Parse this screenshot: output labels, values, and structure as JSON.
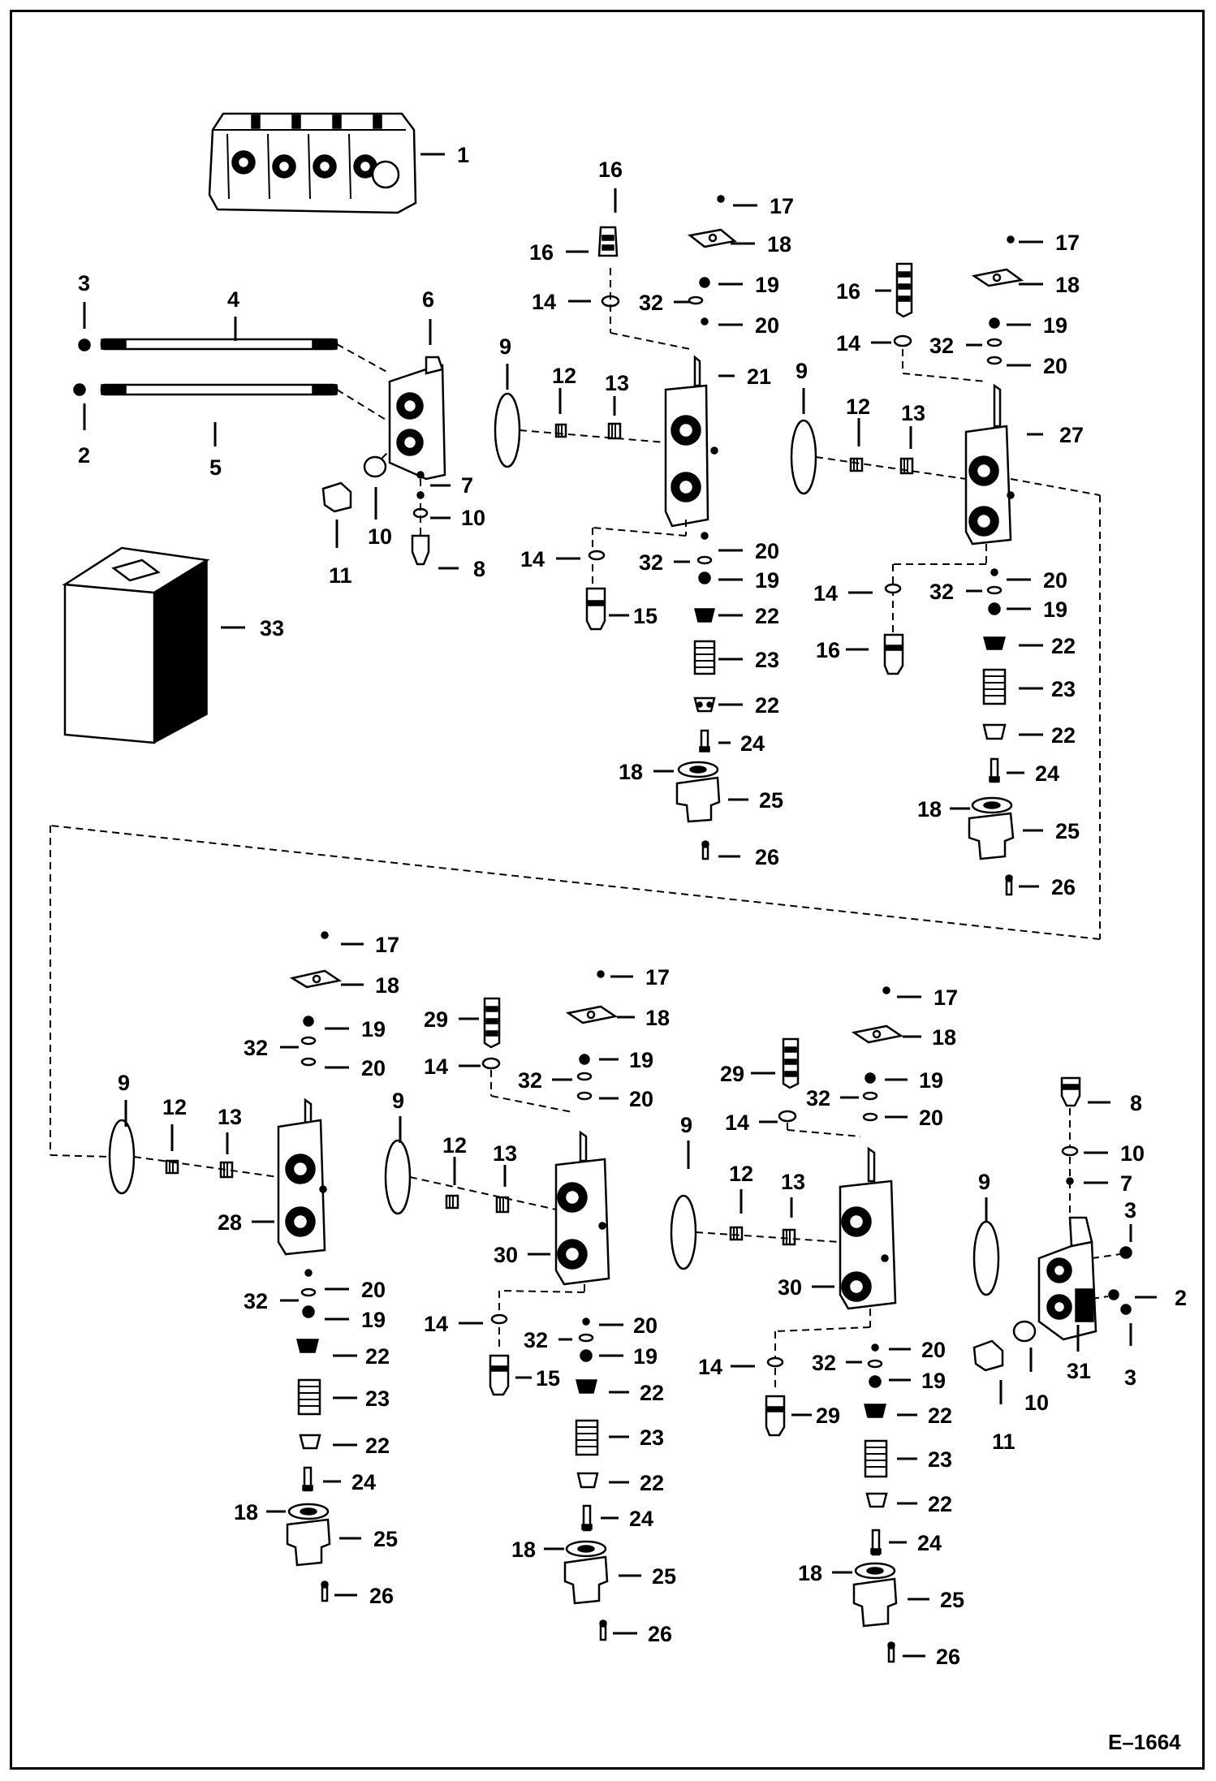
{
  "drawing_code": "E–1664",
  "labels": {
    "p1": "1",
    "p2": "2",
    "p3": "3",
    "p4": "4",
    "p5": "5",
    "p6": "6",
    "p7": "7",
    "p8": "8",
    "p9": "9",
    "p10": "10",
    "p11": "11",
    "p12": "12",
    "p13": "13",
    "p14": "14",
    "p15": "15",
    "p16": "16",
    "p17": "17",
    "p18": "18",
    "p19": "19",
    "p20": "20",
    "p21": "21",
    "p22": "22",
    "p23": "23",
    "p24": "24",
    "p25": "25",
    "p26": "26",
    "p27": "27",
    "p28": "28",
    "p29": "29",
    "p30": "30",
    "p31": "31",
    "p32": "32",
    "p33": "33"
  }
}
